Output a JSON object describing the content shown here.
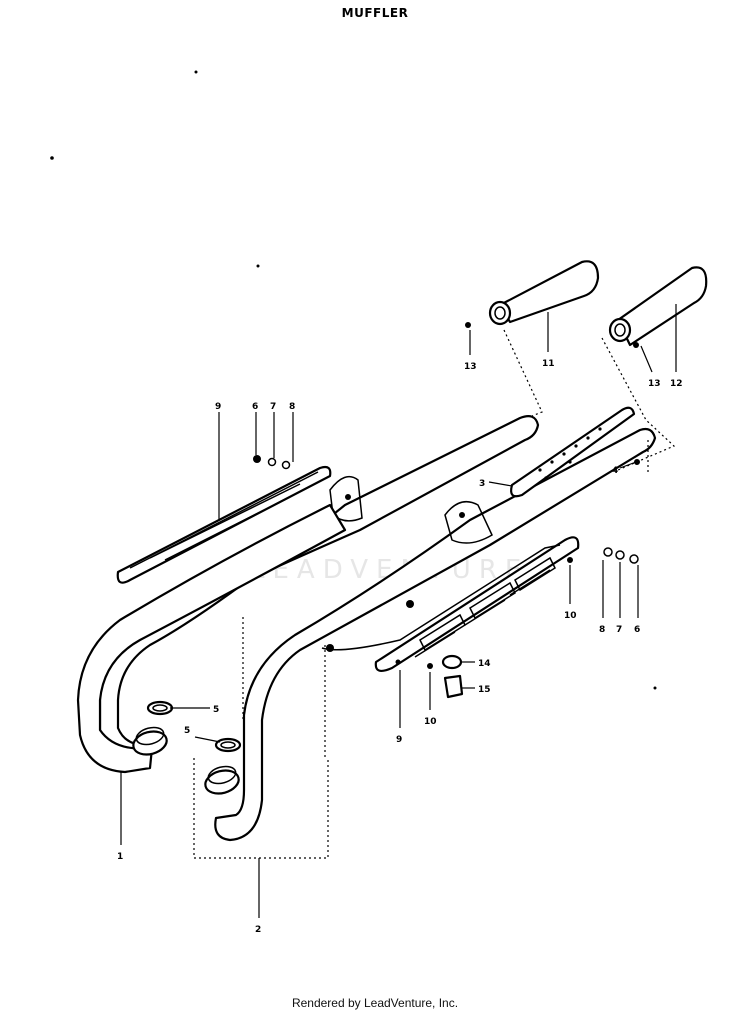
{
  "title": "MUFFLER",
  "footer": "Rendered by LeadVenture, Inc.",
  "watermark": "LEADVENTURE",
  "callouts": [
    {
      "id": "c1",
      "text": "1"
    },
    {
      "id": "c2",
      "text": "2"
    },
    {
      "id": "c3",
      "text": "3"
    },
    {
      "id": "c4",
      "text": "4"
    },
    {
      "id": "c5a",
      "text": "5"
    },
    {
      "id": "c5b",
      "text": "5"
    },
    {
      "id": "c6a",
      "text": "6"
    },
    {
      "id": "c7a",
      "text": "7"
    },
    {
      "id": "c8a",
      "text": "8"
    },
    {
      "id": "c9a",
      "text": "9"
    },
    {
      "id": "c6b",
      "text": "6"
    },
    {
      "id": "c7b",
      "text": "7"
    },
    {
      "id": "c8b",
      "text": "8"
    },
    {
      "id": "c9b",
      "text": "9"
    },
    {
      "id": "c10a",
      "text": "10"
    },
    {
      "id": "c10b",
      "text": "10"
    },
    {
      "id": "c11",
      "text": "11"
    },
    {
      "id": "c12",
      "text": "12"
    },
    {
      "id": "c13a",
      "text": "13"
    },
    {
      "id": "c13b",
      "text": "13"
    },
    {
      "id": "c14",
      "text": "14"
    },
    {
      "id": "c15",
      "text": "15"
    }
  ]
}
